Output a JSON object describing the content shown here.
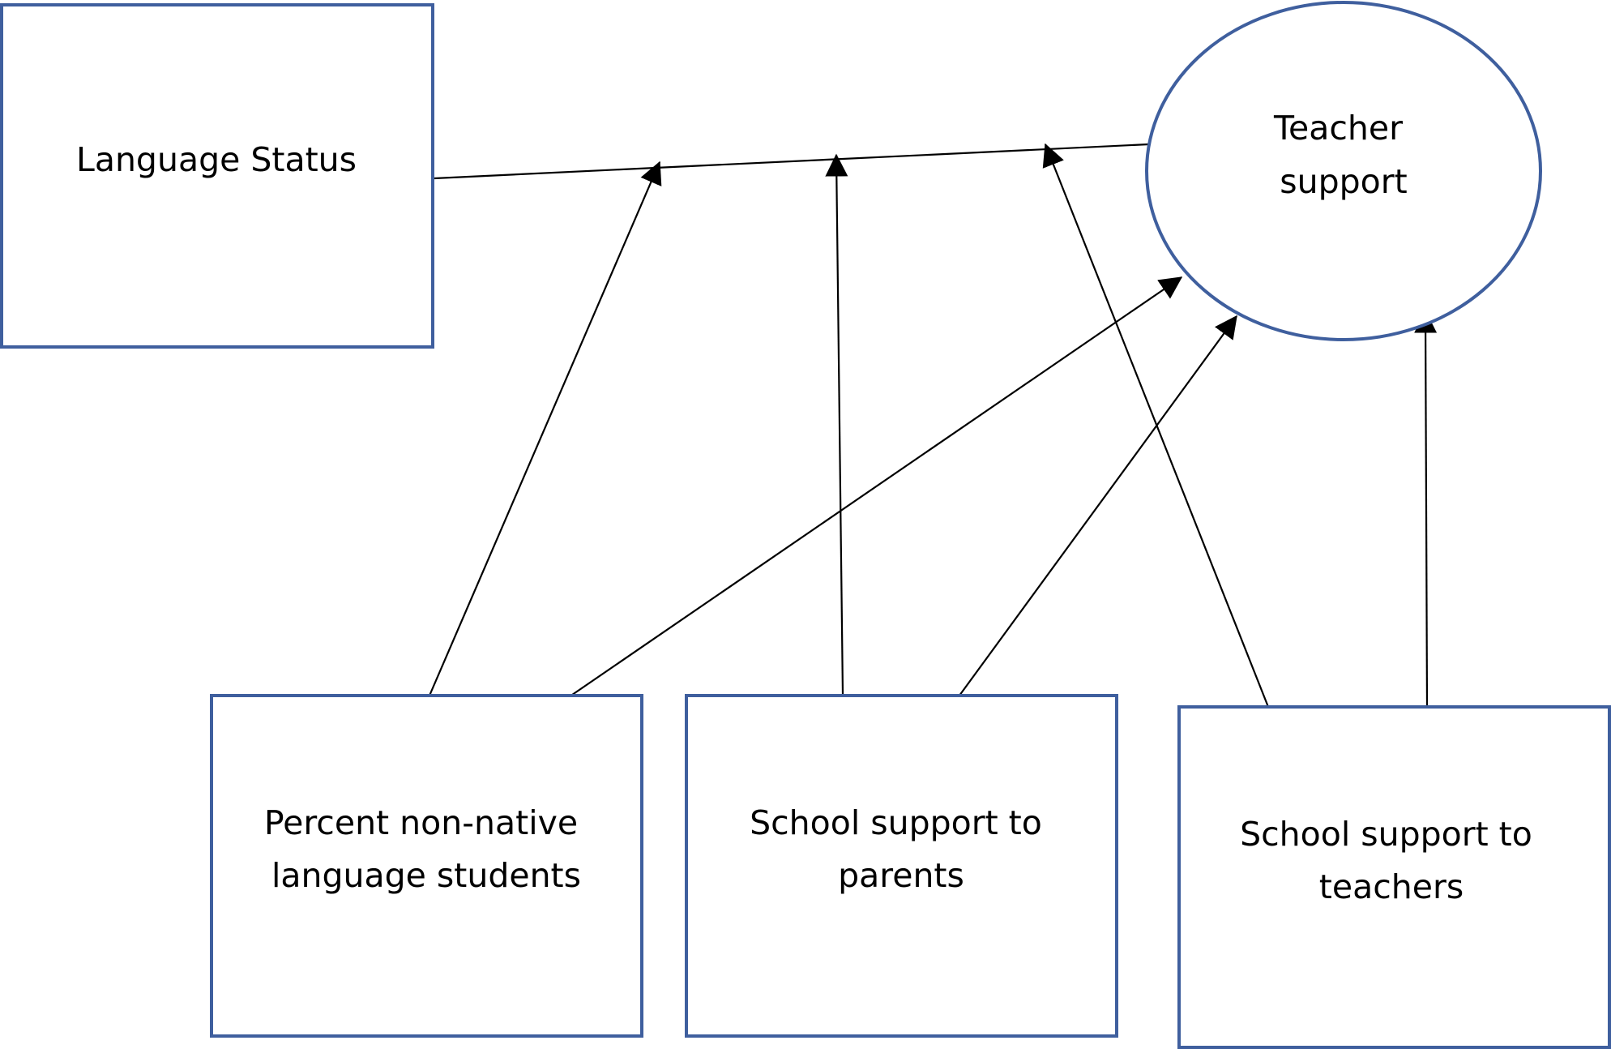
{
  "colors": {
    "node_border": "#3f5f9e",
    "arrow": "#000000",
    "text": "#000000",
    "background": "#ffffff"
  },
  "nodes": {
    "language_status": {
      "shape": "rectangle",
      "lines": [
        "Language Status"
      ]
    },
    "teacher_support": {
      "shape": "ellipse",
      "lines": [
        "Teacher",
        "support"
      ]
    },
    "percent_non_native": {
      "shape": "rectangle",
      "lines": [
        "Percent non-native",
        "language students"
      ]
    },
    "school_support_parents": {
      "shape": "rectangle",
      "lines": [
        "School support to",
        "parents"
      ]
    },
    "school_support_teachers": {
      "shape": "rectangle",
      "lines": [
        "School support to",
        "teachers"
      ]
    }
  },
  "edges": [
    {
      "from": "Language Status",
      "to": "Teacher support"
    },
    {
      "from": "Percent non-native language students",
      "to": "Language Status → Teacher support path"
    },
    {
      "from": "School support to parents",
      "to": "Language Status → Teacher support path"
    },
    {
      "from": "School support to teachers",
      "to": "Language Status → Teacher support path"
    },
    {
      "from": "Percent non-native language students",
      "to": "Teacher support"
    },
    {
      "from": "School support to parents",
      "to": "Teacher support"
    },
    {
      "from": "School support to teachers",
      "to": "Teacher support"
    }
  ]
}
